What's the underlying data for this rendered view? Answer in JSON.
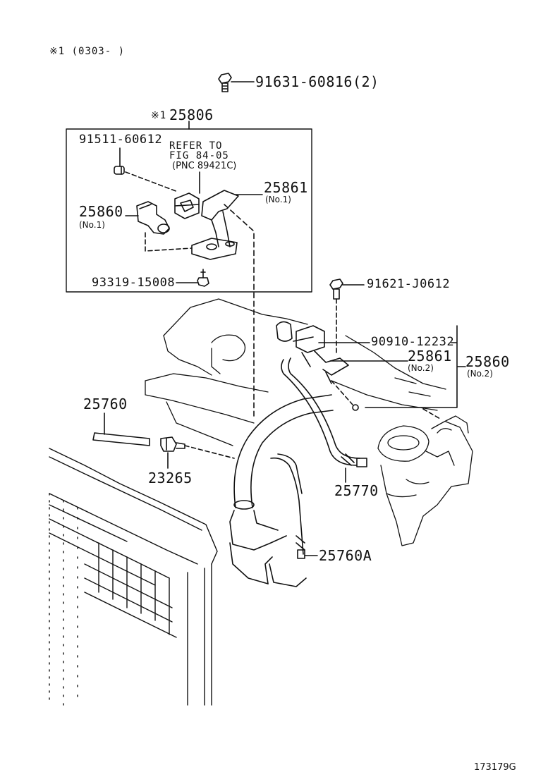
{
  "header": {
    "variant_note": "※1 (0303-     )"
  },
  "labels": {
    "bolt_top": "91631-60816(2)",
    "assembly_mark": "※1",
    "assembly": "25806",
    "bolt_small": "91511-60612",
    "refer_line1": "REFER TO",
    "refer_line2": "FIG 84-05",
    "refer_line3": "(PNC 89421C)",
    "bracket_no1": "25861",
    "bracket_no1_sub": "(No.1)",
    "valve_no1": "25860",
    "valve_no1_sub": "(No.1)",
    "bolt_bottom": "93319-15008",
    "bolt_right": "91621-J0612",
    "hose_clip": "90910-12232",
    "bracket_no2": "25861",
    "bracket_no2_sub": "(No.2)",
    "valve_no2": "25860",
    "valve_no2_sub": "(No.2)",
    "pipe": "25760",
    "sensor": "23265",
    "hose": "25770",
    "pipe_a": "25760A"
  },
  "footer": {
    "figure_id": "173179G"
  }
}
